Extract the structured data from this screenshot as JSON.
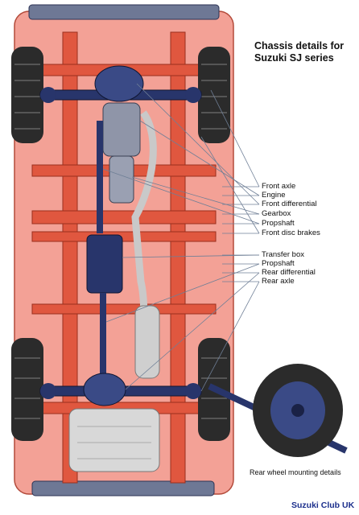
{
  "title_line1": "Chassis details for",
  "title_line2": "Suzuki SJ series",
  "labels": [
    "Front axle",
    "Engine",
    "Front differential",
    "Gearbox",
    "Propshaft",
    "Front disc brakes",
    "Transfer box",
    "Propshaft",
    "Rear differential",
    "Rear axle"
  ],
  "caption": "Rear wheel mounting details",
  "credit": "Suzuki Club UK",
  "colors": {
    "body": "#f3a196",
    "frame": "#e0573f",
    "drivetrain": "#28356b",
    "tyre": "#2b2b2b",
    "exhaust": "#c9c9c9",
    "credit": "#1c2f8c"
  }
}
